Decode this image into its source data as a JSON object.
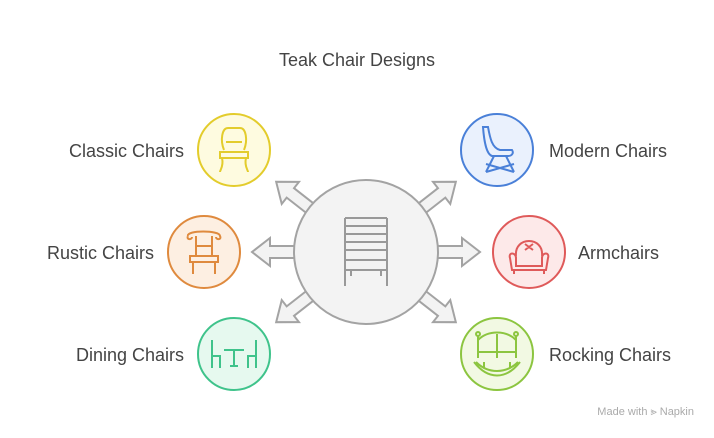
{
  "title": "Teak Chair Designs",
  "center": {
    "icon": "ladder-back-chair-icon"
  },
  "items": [
    {
      "label": "Classic Chairs",
      "icon": "classic-chair-icon",
      "stroke": "#e3cc2c",
      "fill": "#fefbe0"
    },
    {
      "label": "Rustic Chairs",
      "icon": "rustic-chair-icon",
      "stroke": "#df8a3e",
      "fill": "#fdefe2"
    },
    {
      "label": "Dining Chairs",
      "icon": "dining-table-icon",
      "stroke": "#3fc38b",
      "fill": "#e6f9ef"
    },
    {
      "label": "Modern Chairs",
      "icon": "modern-chair-icon",
      "stroke": "#4a80d8",
      "fill": "#eaf1fd"
    },
    {
      "label": "Armchairs",
      "icon": "armchair-icon",
      "stroke": "#df5a5a",
      "fill": "#fde9e9"
    },
    {
      "label": "Rocking Chairs",
      "icon": "rocking-chair-icon",
      "stroke": "#8cc540",
      "fill": "#f2f9e3"
    }
  ],
  "watermark": "Made with ⪢ Napkin"
}
